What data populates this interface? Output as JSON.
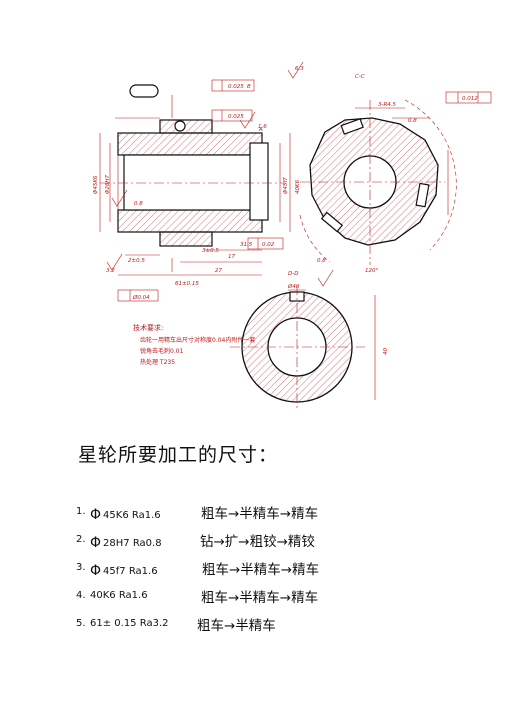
{
  "drawing": {
    "dim_labels": [
      "C-C",
      "D-D",
      "0.025",
      "0.025",
      "0.02",
      "0.012",
      "0.8",
      "3.2",
      "0.8",
      "1.6",
      "0.8",
      "Φ45K6",
      "Φ28H7",
      "Φ45f7",
      "40K6",
      "31.5",
      "61±0.15",
      "27",
      "17",
      "3±0.5",
      "2±0.5",
      "Ø0.04",
      "6.3",
      "Ø40",
      "40",
      "120°",
      "3-R4.5",
      "B",
      "A"
    ],
    "tech_title": "技术要求:",
    "tech_lines": [
      "齿轮一用精车出尺寸对称度0.04内附件一套",
      "锐角去毛刺0.01",
      "热处理 T235"
    ]
  },
  "heading": "星轮所要加工的尺寸：",
  "items": [
    {
      "num": "1.",
      "phi": "Φ",
      "spec": "45K6   Ra1.6",
      "process": "粗车→半精车→精车"
    },
    {
      "num": "2.",
      "phi": "Φ",
      "spec": "28H7   Ra0.8",
      "process": "钻→扩→粗铰→精铰"
    },
    {
      "num": "3.",
      "phi": "Φ",
      "spec": "45f7    Ra1.6",
      "process": "粗车→半精车→精车"
    },
    {
      "num": "4.",
      "phi": "",
      "spec": "40K6      Ra1.6",
      "process": "粗车→半精车→精车"
    },
    {
      "num": "5.",
      "phi": "",
      "spec": "61±   0.15 Ra3.2",
      "process": "粗车→半精车"
    }
  ]
}
